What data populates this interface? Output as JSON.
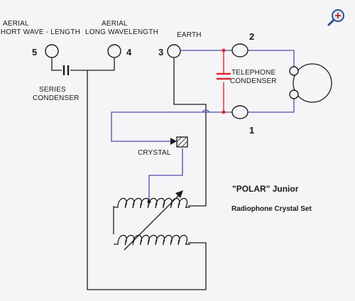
{
  "diagram": {
    "aerial_short": [
      "AERIAL",
      "SHORT WAVE - LENGTH"
    ],
    "aerial_long": [
      "AERIAL",
      "LONG WAVELENGTH"
    ],
    "earth": "EARTH",
    "series_condenser": [
      "SERIES",
      "CONDENSER"
    ],
    "telephone_condenser": [
      "TELEPHONE",
      "CONDENSER"
    ],
    "crystal": "CRYSTAL",
    "terminals": {
      "t1": "1",
      "t2": "2",
      "t3": "3",
      "t4": "4",
      "t5": "5"
    },
    "title": "\"POLAR\"  Junior",
    "subtitle": "Radiophone Crystal Set"
  },
  "colors": {
    "wire_black": "#1c1c1c",
    "wire_blue": "#4a4fa6",
    "condenser_red": "#e0262c"
  },
  "toolbar": {
    "zoom_icon": "zoom-in-icon"
  }
}
